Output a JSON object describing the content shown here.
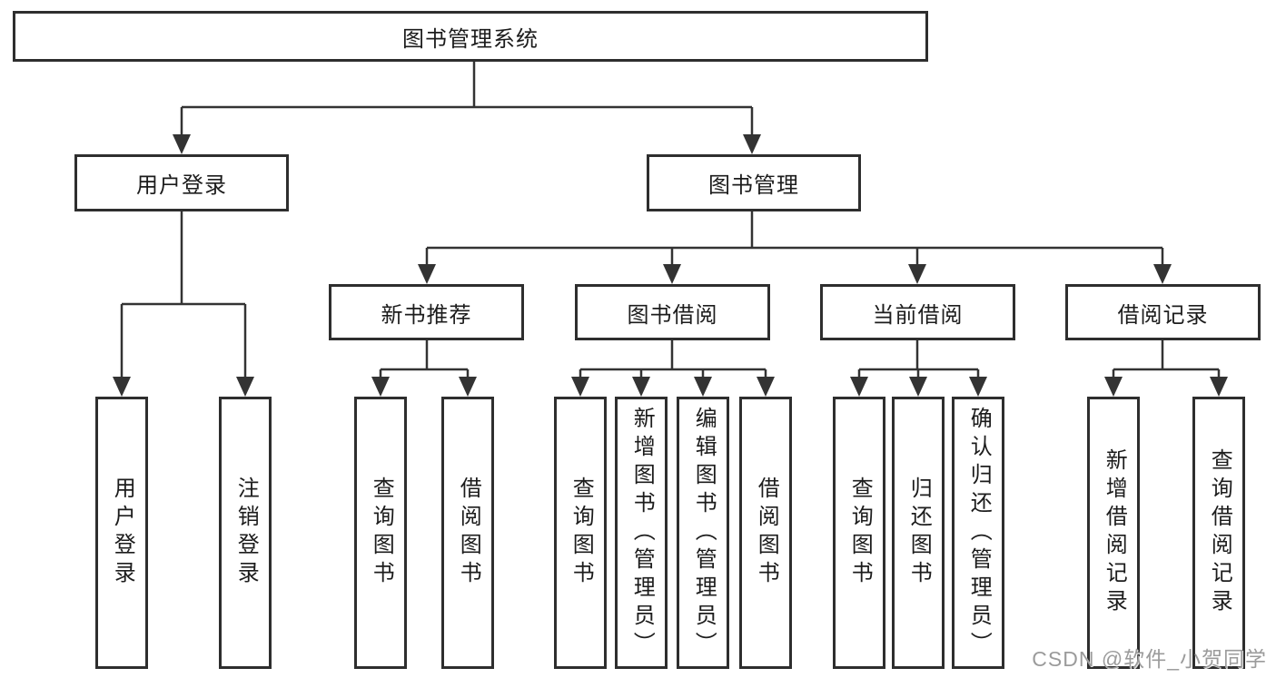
{
  "diagram": {
    "root": {
      "label": "图书管理系统"
    },
    "branches": [
      {
        "label": "用户登录",
        "children": [
          {
            "label": "用户登录"
          },
          {
            "label": "注销登录"
          }
        ]
      },
      {
        "label": "图书管理",
        "sections": [
          {
            "label": "新书推荐",
            "children": [
              {
                "label": "查询图书"
              },
              {
                "label": "借阅图书"
              }
            ]
          },
          {
            "label": "图书借阅",
            "children": [
              {
                "label": "查询图书"
              },
              {
                "label": "新增图书（管理员）"
              },
              {
                "label": "编辑图书（管理员）"
              },
              {
                "label": "借阅图书"
              }
            ]
          },
          {
            "label": "当前借阅",
            "children": [
              {
                "label": "查询图书"
              },
              {
                "label": "归还图书"
              },
              {
                "label": "确认归还（管理员）"
              }
            ]
          },
          {
            "label": "借阅记录",
            "children": [
              {
                "label": "新增借阅记录"
              },
              {
                "label": "查询借阅记录"
              }
            ]
          }
        ]
      }
    ]
  },
  "watermark": {
    "text": "CSDN @软件_小贺同学"
  },
  "colors": {
    "line": "#333333",
    "box_border": "#2e2e2e",
    "text": "#1c1c1c",
    "watermark_gray": "#9b9b9b",
    "background": "#ffffff"
  }
}
